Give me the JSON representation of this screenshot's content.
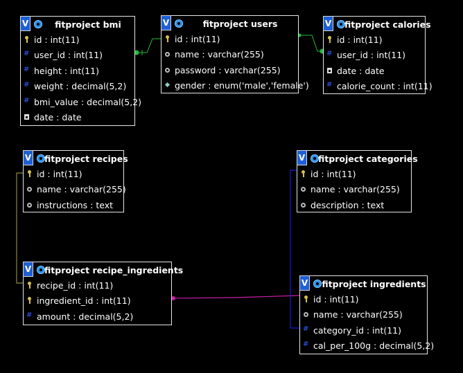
{
  "header_toggle": "V",
  "tables": {
    "bmi": {
      "title": "fitproject bmi",
      "columns": [
        {
          "icon": "key",
          "text": "id : int(11)"
        },
        {
          "icon": "num",
          "text": "user_id : int(11)"
        },
        {
          "icon": "num",
          "text": "height : int(11)"
        },
        {
          "icon": "num",
          "text": "weight : decimal(5,2)"
        },
        {
          "icon": "num",
          "text": "bmi_value : decimal(5,2)"
        },
        {
          "icon": "date",
          "text": "date : date"
        }
      ]
    },
    "users": {
      "title": "fitproject users",
      "columns": [
        {
          "icon": "key",
          "text": "id : int(11)"
        },
        {
          "icon": "txt",
          "text": "name : varchar(255)"
        },
        {
          "icon": "txt",
          "text": "password : varchar(255)"
        },
        {
          "icon": "enum",
          "text": "gender : enum('male','female')"
        }
      ]
    },
    "calories": {
      "title": "fitproject calories",
      "columns": [
        {
          "icon": "key",
          "text": "id : int(11)"
        },
        {
          "icon": "num",
          "text": "user_id : int(11)"
        },
        {
          "icon": "date",
          "text": "date : date"
        },
        {
          "icon": "num",
          "text": "calorie_count : int(11)"
        }
      ]
    },
    "recipes": {
      "title": "fitproject recipes",
      "columns": [
        {
          "icon": "key",
          "text": "id : int(11)"
        },
        {
          "icon": "txt",
          "text": "name : varchar(255)"
        },
        {
          "icon": "txt",
          "text": "instructions : text"
        }
      ]
    },
    "categories": {
      "title": "fitproject categories",
      "columns": [
        {
          "icon": "key",
          "text": "id : int(11)"
        },
        {
          "icon": "txt",
          "text": "name : varchar(255)"
        },
        {
          "icon": "txt",
          "text": "description : text"
        }
      ]
    },
    "recipe_ingredients": {
      "title": "fitproject recipe_ingredients",
      "columns": [
        {
          "icon": "key",
          "text": "recipe_id : int(11)"
        },
        {
          "icon": "key",
          "text": "ingredient_id : int(11)"
        },
        {
          "icon": "num",
          "text": "amount : decimal(5,2)"
        }
      ]
    },
    "ingredients": {
      "title": "fitproject ingredients",
      "columns": [
        {
          "icon": "key",
          "text": "id : int(11)"
        },
        {
          "icon": "txt",
          "text": "name : varchar(255)"
        },
        {
          "icon": "num",
          "text": "category_id : int(11)"
        },
        {
          "icon": "num",
          "text": "cal_per_100g : decimal(5,2)"
        }
      ]
    }
  },
  "relations": [
    {
      "from": "bmi.user_id",
      "to": "users.id",
      "color": "#1fbf3a"
    },
    {
      "from": "calories.user_id",
      "to": "users.id",
      "color": "#1fbf3a"
    },
    {
      "from": "recipe_ingredients.recipe_id",
      "to": "recipes.id",
      "color": "#8c8a3a"
    },
    {
      "from": "recipe_ingredients.ingredient_id",
      "to": "ingredients.id",
      "color": "#c81fa8"
    },
    {
      "from": "ingredients.category_id",
      "to": "categories.id",
      "color": "#1a1ad0"
    }
  ]
}
